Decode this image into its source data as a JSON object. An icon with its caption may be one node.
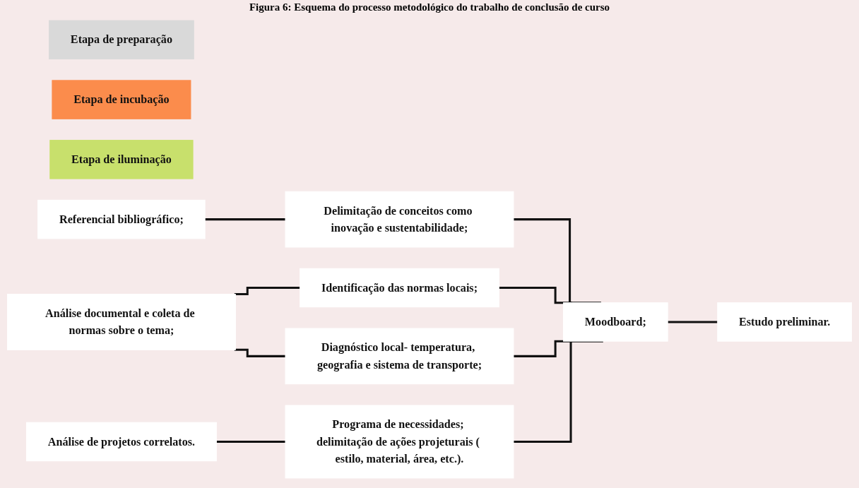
{
  "diagram": {
    "title": "Figura 6: Esquema do processo metodológico do trabalho de conclusão de curso",
    "nodes": [
      {
        "text": [
          "Etapa de preparação"
        ]
      },
      {
        "text": [
          "Etapa de incubação"
        ]
      },
      {
        "text": [
          "Etapa de iluminação"
        ]
      },
      {
        "text": [
          "Referencial bibliográfico;"
        ]
      },
      {
        "text": [
          "Análise documental e coleta de normas sobre o tema;"
        ]
      },
      {
        "text": [
          "Análise de projetos correlatos."
        ]
      },
      {
        "text": [
          "Delimitação de conceitos como inovação e sustentabilidade;"
        ]
      },
      {
        "text": [
          "Identificação das normas locais;"
        ]
      },
      {
        "text": [
          "Diagnóstico local- temperatura, geografia e sistema de transporte;"
        ]
      },
      {
        "text": [
          "Programa de necessidades; delimitação de ações projeturais ( estilo, material, área, etc.)."
        ]
      },
      {
        "text": [
          "Moodboard;"
        ]
      },
      {
        "text": [
          "Estudo preliminar."
        ]
      }
    ],
    "edges": [
      {
        "from": 3,
        "to": 6,
        "arrow": "none"
      },
      {
        "from": 4,
        "to": 7,
        "arrow": "none"
      },
      {
        "from": 4,
        "to": 8,
        "arrow": "none"
      },
      {
        "from": 5,
        "to": 9,
        "arrow": "none"
      },
      {
        "from": 6,
        "to": 10,
        "arrow": "none"
      },
      {
        "from": 7,
        "to": 10,
        "arrow": "none"
      },
      {
        "from": 8,
        "to": 10,
        "arrow": "none"
      },
      {
        "from": 9,
        "to": 10,
        "arrow": "none"
      },
      {
        "from": 10,
        "to": 11,
        "arrow": "none"
      }
    ]
  }
}
